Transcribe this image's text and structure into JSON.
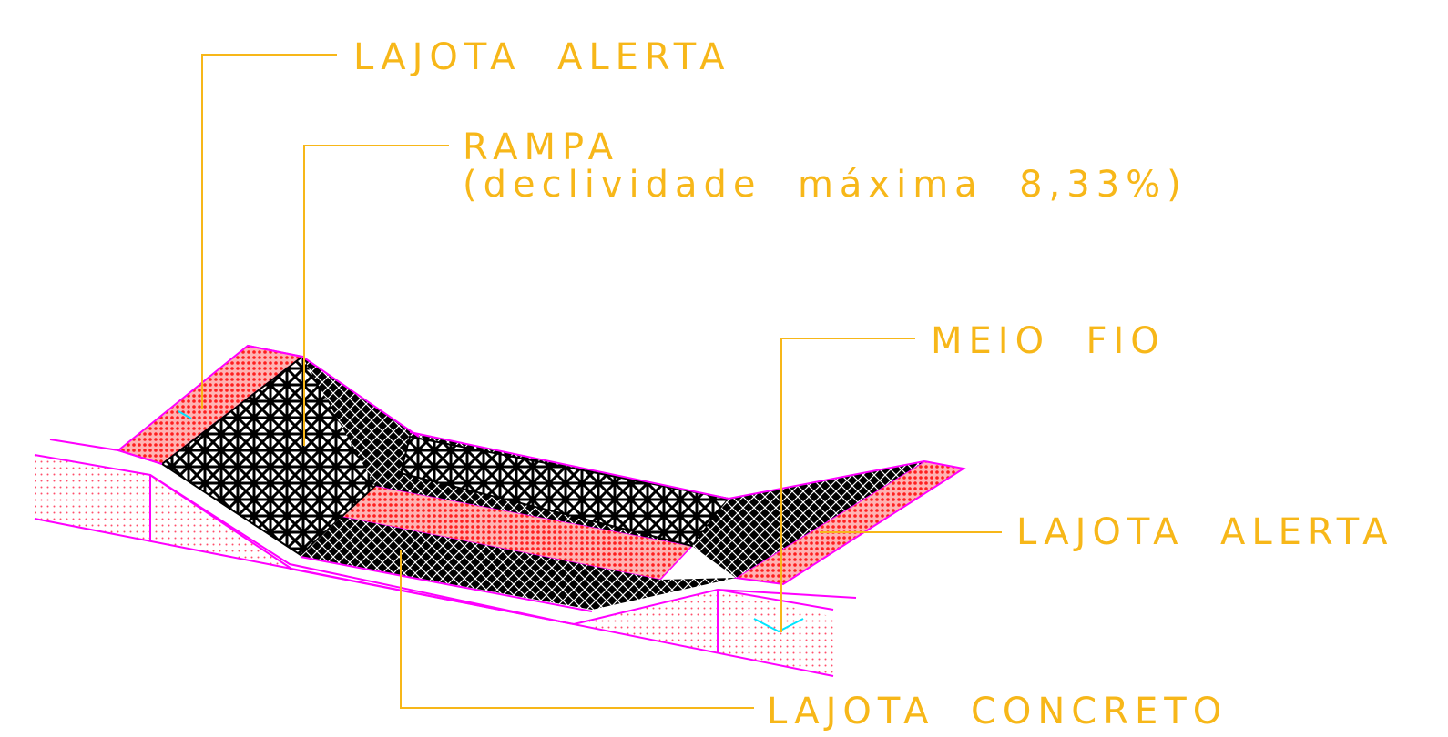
{
  "labels": {
    "lajota_alerta_top": "LAJOTA  ALERTA",
    "rampa_line1": "RAMPA",
    "rampa_line2": "(declividade  máxima  8,33%)",
    "meio_fio": "MEIO  FIO",
    "lajota_alerta_right": "LAJOTA  ALERTA",
    "lajota_concreto": "LAJOTA  CONCRETO"
  },
  "colors": {
    "callout": "#f7b719",
    "curb_outline": "#ff00ff",
    "alert_tile": "#ff2a2a",
    "concrete_tile": "#000000",
    "marker": "#00e5ff"
  }
}
